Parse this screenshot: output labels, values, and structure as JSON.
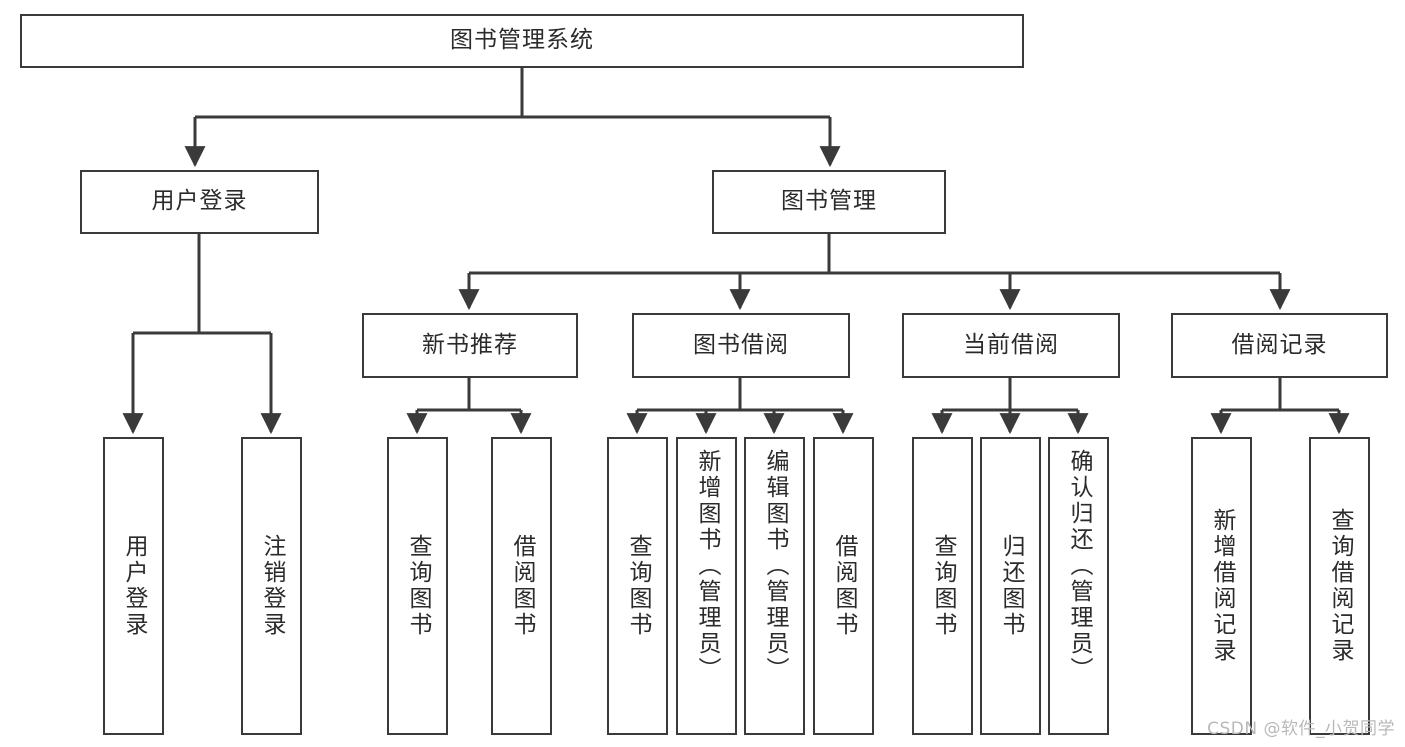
{
  "diagram": {
    "title": "图书管理系统",
    "type": "tree",
    "stroke_color": "#3a3a3a",
    "text_color": "#2b2b2b",
    "background_color": "#ffffff",
    "nodes": {
      "root": {
        "label": "图书管理系统",
        "orientation": "horizontal"
      },
      "level1": [
        {
          "id": "user-login",
          "label": "用户登录",
          "orientation": "horizontal"
        },
        {
          "id": "book-manage",
          "label": "图书管理",
          "orientation": "horizontal"
        }
      ],
      "level2": [
        {
          "id": "new-book-recommend",
          "label": "新书推荐",
          "orientation": "horizontal"
        },
        {
          "id": "book-borrow",
          "label": "图书借阅",
          "orientation": "horizontal"
        },
        {
          "id": "current-borrow",
          "label": "当前借阅",
          "orientation": "horizontal"
        },
        {
          "id": "borrow-record",
          "label": "借阅记录",
          "orientation": "horizontal"
        }
      ],
      "leaves": [
        {
          "id": "leaf-user-login",
          "label": "用户登录",
          "parent": "user-login",
          "orientation": "vertical"
        },
        {
          "id": "leaf-logout-login",
          "label": "注销登录",
          "parent": "user-login",
          "orientation": "vertical"
        },
        {
          "id": "leaf-query-book-1",
          "label": "查询图书",
          "parent": "new-book-recommend",
          "orientation": "vertical"
        },
        {
          "id": "leaf-borrow-book-1",
          "label": "借阅图书",
          "parent": "new-book-recommend",
          "orientation": "vertical"
        },
        {
          "id": "leaf-query-book-2",
          "label": "查询图书",
          "parent": "book-borrow",
          "orientation": "vertical"
        },
        {
          "id": "leaf-add-book",
          "label": "新增图书（管理员）",
          "parent": "book-borrow",
          "orientation": "vertical"
        },
        {
          "id": "leaf-edit-book",
          "label": "编辑图书（管理员）",
          "parent": "book-borrow",
          "orientation": "vertical"
        },
        {
          "id": "leaf-borrow-book-2",
          "label": "借阅图书",
          "parent": "book-borrow",
          "orientation": "vertical"
        },
        {
          "id": "leaf-query-book-3",
          "label": "查询图书",
          "parent": "current-borrow",
          "orientation": "vertical"
        },
        {
          "id": "leaf-return-book",
          "label": "归还图书",
          "parent": "current-borrow",
          "orientation": "vertical"
        },
        {
          "id": "leaf-confirm-return",
          "label": "确认归还（管理员）",
          "parent": "current-borrow",
          "orientation": "vertical"
        },
        {
          "id": "leaf-add-record",
          "label": "新增借阅记录",
          "parent": "borrow-record",
          "orientation": "vertical"
        },
        {
          "id": "leaf-query-record",
          "label": "查询借阅记录",
          "parent": "borrow-record",
          "orientation": "vertical"
        }
      ]
    }
  },
  "watermark": {
    "text": "CSDN @软件_小贺同学"
  }
}
